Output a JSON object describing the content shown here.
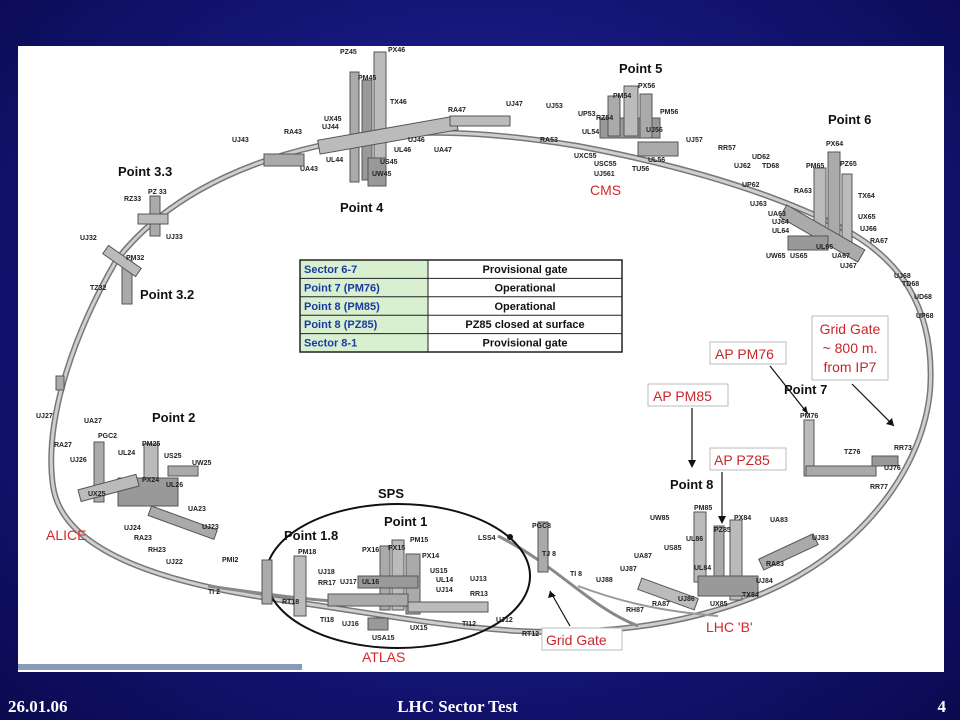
{
  "footer": {
    "date": "26.01.06",
    "title": "LHC Sector Test",
    "page": "4"
  },
  "table": {
    "rows": [
      [
        "Sector 6-7",
        "Provisional gate"
      ],
      [
        "Point 7 (PM76)",
        "Operational"
      ],
      [
        "Point 8 (PM85)",
        "Operational"
      ],
      [
        "Point 8 (PZ85)",
        "PZ85 closed at surface"
      ],
      [
        "Sector 8-1",
        "Provisional gate"
      ]
    ]
  },
  "points": {
    "p1": "Point 1",
    "p18": "Point 1.8",
    "p2": "Point 2",
    "p32": "Point 3.2",
    "p33": "Point 3.3",
    "p4": "Point 4",
    "p5": "Point 5",
    "p6": "Point 6",
    "p7": "Point 7",
    "p8": "Point 8",
    "sps": "SPS"
  },
  "experiments": {
    "cms": "CMS",
    "alice": "ALICE",
    "atlas": "ATLAS",
    "lhcb": "LHC 'B'"
  },
  "annotations": {
    "pm76": "AP PM76",
    "pm85": "AP PM85",
    "pz85": "AP PZ85",
    "grid_gate_top_1": "Grid Gate",
    "grid_gate_top_2": "~ 800 m.",
    "grid_gate_top_3": "from IP7",
    "grid_gate_bottom": "Grid Gate"
  },
  "labels": {
    "pz45": "PZ45",
    "px46": "PX46",
    "pm45": "PM45",
    "tx46": "TX46",
    "ra47": "RA47",
    "uj47": "UJ47",
    "ux45": "UX45",
    "uj44": "UJ44",
    "ul46": "UL46",
    "uj46": "UJ46",
    "ua47": "UA47",
    "ra43": "RA43",
    "uj43": "UJ43",
    "ua43": "UA43",
    "ul44": "UL44",
    "us45": "US45",
    "uw45": "UW45",
    "px56": "PX56",
    "pm54": "PM54",
    "pm56": "PM56",
    "uj53": "UJ53",
    "up53": "UP53",
    "rz54": "RZ54",
    "ux55": "UXC55",
    "usc55": "USC55",
    "uj561": "UJ561",
    "tu56": "TU56",
    "ul56": "UL56",
    "uj56": "UJ56",
    "uj57": "UJ57",
    "rr57": "RR57",
    "ra53": "RA53",
    "ul54": "UL54",
    "px64": "PX64",
    "pm65": "PM65",
    "pz65": "PZ65",
    "ud62": "UD62",
    "td68a": "TD68",
    "uj62": "UJ62",
    "up62": "UP62",
    "ra63": "RA63",
    "uj63": "UJ63",
    "tx64": "TX64",
    "ua63": "UA63",
    "uj64": "UJ64",
    "ul64": "UL64",
    "ux65": "UX65",
    "uj66": "UJ66",
    "ra67": "RA67",
    "uw65": "UW65",
    "us65": "US65",
    "ul66": "UL66",
    "ua67": "UA67",
    "uj67": "UJ67",
    "uj68": "UJ68",
    "td68b": "TD68",
    "ud68": "UD68",
    "up68": "UP68",
    "rz33": "RZ33",
    "pz33": "PZ 33",
    "uj33": "UJ33",
    "uj32": "UJ32",
    "pm32": "PM32",
    "tz32": "TZ32",
    "uj27": "UJ27",
    "ua27": "UA27",
    "pgc2": "PGC2",
    "ra27": "RA27",
    "uj26": "UJ26",
    "pm25": "PM25",
    "ul24": "UL24",
    "us25": "US25",
    "uw25": "UW25",
    "px24": "PX24",
    "ul26": "UL26",
    "ux25": "UX25",
    "ua23": "UA23",
    "uj24": "UJ24",
    "uj23": "UJ23",
    "ra23": "RA23",
    "rh23": "RH23",
    "uj22": "UJ22",
    "pmi2": "PMI2",
    "ti2": "TI 2",
    "pm18": "PM18",
    "uj18": "UJ18",
    "rr17": "RR17",
    "uj17": "UJ17",
    "ul16": "UL16",
    "rt18": "RT18",
    "ti18": "TI18",
    "uj16": "UJ16",
    "usa15": "USA15",
    "px16": "PX16",
    "px15": "PX15",
    "pm15": "PM15",
    "px14": "PX14",
    "us15": "US15",
    "ul14": "UL14",
    "uj14": "UJ14",
    "uj13": "UJ13",
    "rr13": "RR13",
    "ux15": "UX15",
    "ti12": "TI12",
    "uj12": "UJ12",
    "rt12": "RT12",
    "lss4": "LSS4",
    "pgc8": "PGC8",
    "tj8": "TJ 8",
    "ti8": "TI 8",
    "uj88": "UJ88",
    "uj87": "UJ87",
    "ua87": "UA87",
    "ul86": "UL86",
    "uj86": "UJ86",
    "ra87": "RA87",
    "rh87": "RH87",
    "uw85": "UW85",
    "pm85": "PM85",
    "us85": "US85",
    "pz85": "PZ85",
    "px84": "PX84",
    "ul84": "UL84",
    "ua83": "UA83",
    "uj83": "UJ83",
    "uj84": "UJ84",
    "ra83": "RA83",
    "ux85": "UX85",
    "tx84": "TX84",
    "pm76": "PM76",
    "tz76": "TZ76",
    "uj76": "UJ76",
    "rr73": "RR73",
    "rr77": "RR77"
  }
}
